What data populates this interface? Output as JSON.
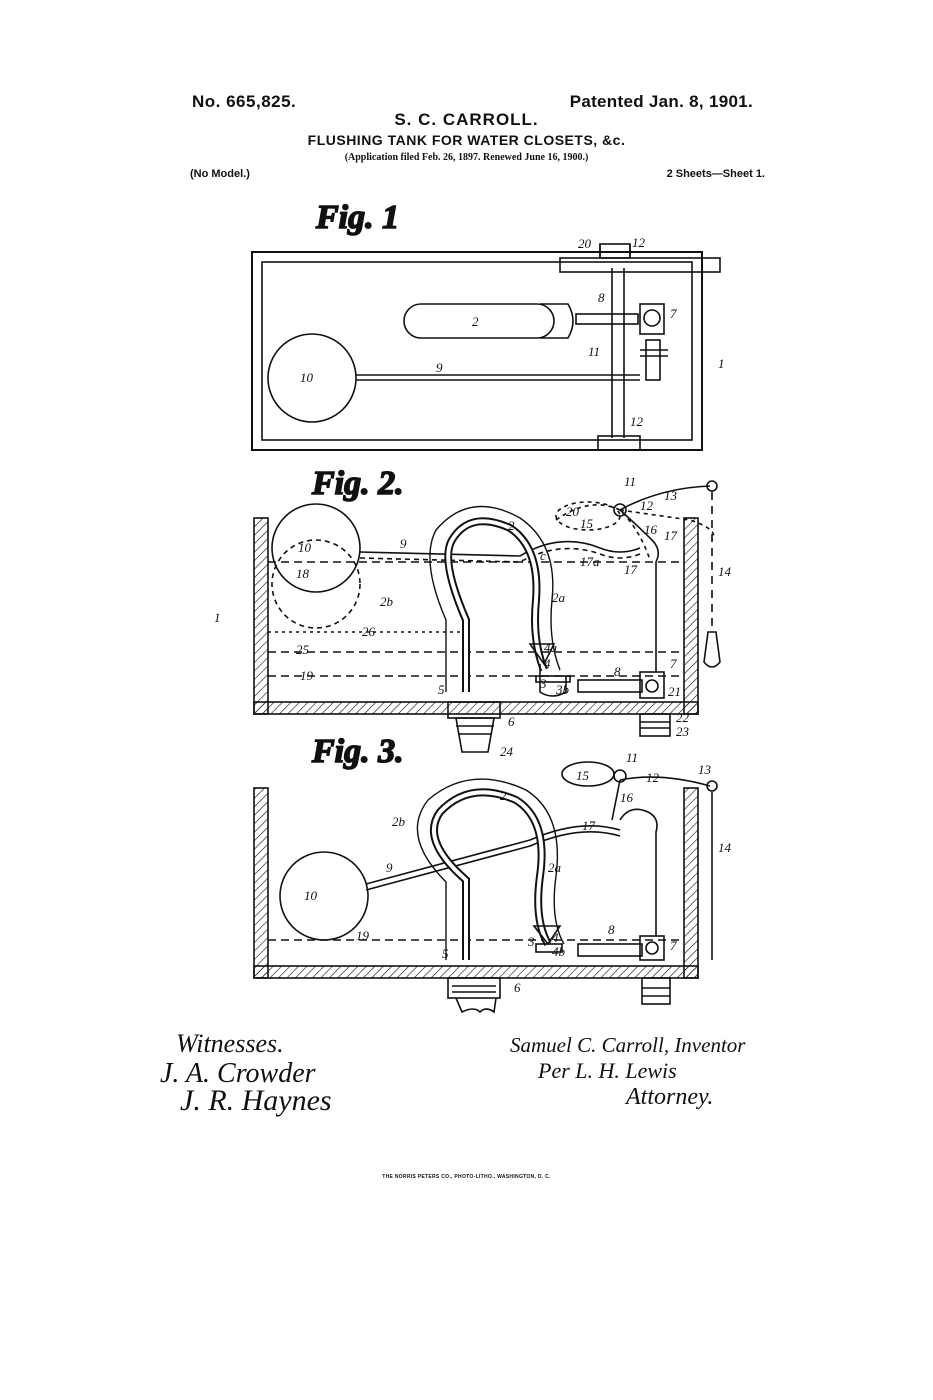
{
  "header": {
    "patent_number": "No. 665,825.",
    "patent_date": "Patented Jan. 8, 1901.",
    "inventor": "S. C. CARROLL.",
    "title": "FLUSHING TANK FOR WATER CLOSETS, &c.",
    "application": "(Application filed Feb. 26, 1897. Renewed June 16, 1900.)",
    "model": "(No Model.)",
    "sheets": "2 Sheets—Sheet 1."
  },
  "figures": {
    "fig1": "Fig. 1",
    "fig2": "Fig. 2.",
    "fig3": "Fig. 3."
  },
  "labels": {
    "fig1": [
      "20",
      "12",
      "2",
      "8",
      "7",
      "11",
      "10",
      "9",
      "1",
      "12"
    ],
    "fig2": [
      "11",
      "13",
      "12",
      "20",
      "15",
      "16",
      "17",
      "10",
      "9",
      "2",
      "18",
      "c",
      "17a",
      "17",
      "14",
      "2b",
      "2a",
      "1",
      "26",
      "25",
      "4a",
      "4",
      "8",
      "7",
      "19",
      "3",
      "3b",
      "5",
      "21",
      "22",
      "23",
      "6",
      "24"
    ],
    "fig3": [
      "11",
      "15",
      "12",
      "13",
      "16",
      "2",
      "2b",
      "17",
      "14",
      "2a",
      "9",
      "10",
      "19",
      "4",
      "3",
      "4b",
      "8",
      "7",
      "5",
      "6"
    ]
  },
  "signatures": {
    "witnesses_heading": "Witnesses.",
    "witness_1": "J. A. Crowder",
    "witness_2": "J. R. Haynes",
    "inventor_sig": "Samuel C. Carroll, Inventor",
    "per_line": "Per L. H. Lewis",
    "attorney_line": "Attorney."
  },
  "footer": {
    "printer": "THE NORRIS PETERS CO., PHOTO-LITHO., WASHINGTON, D. C."
  }
}
